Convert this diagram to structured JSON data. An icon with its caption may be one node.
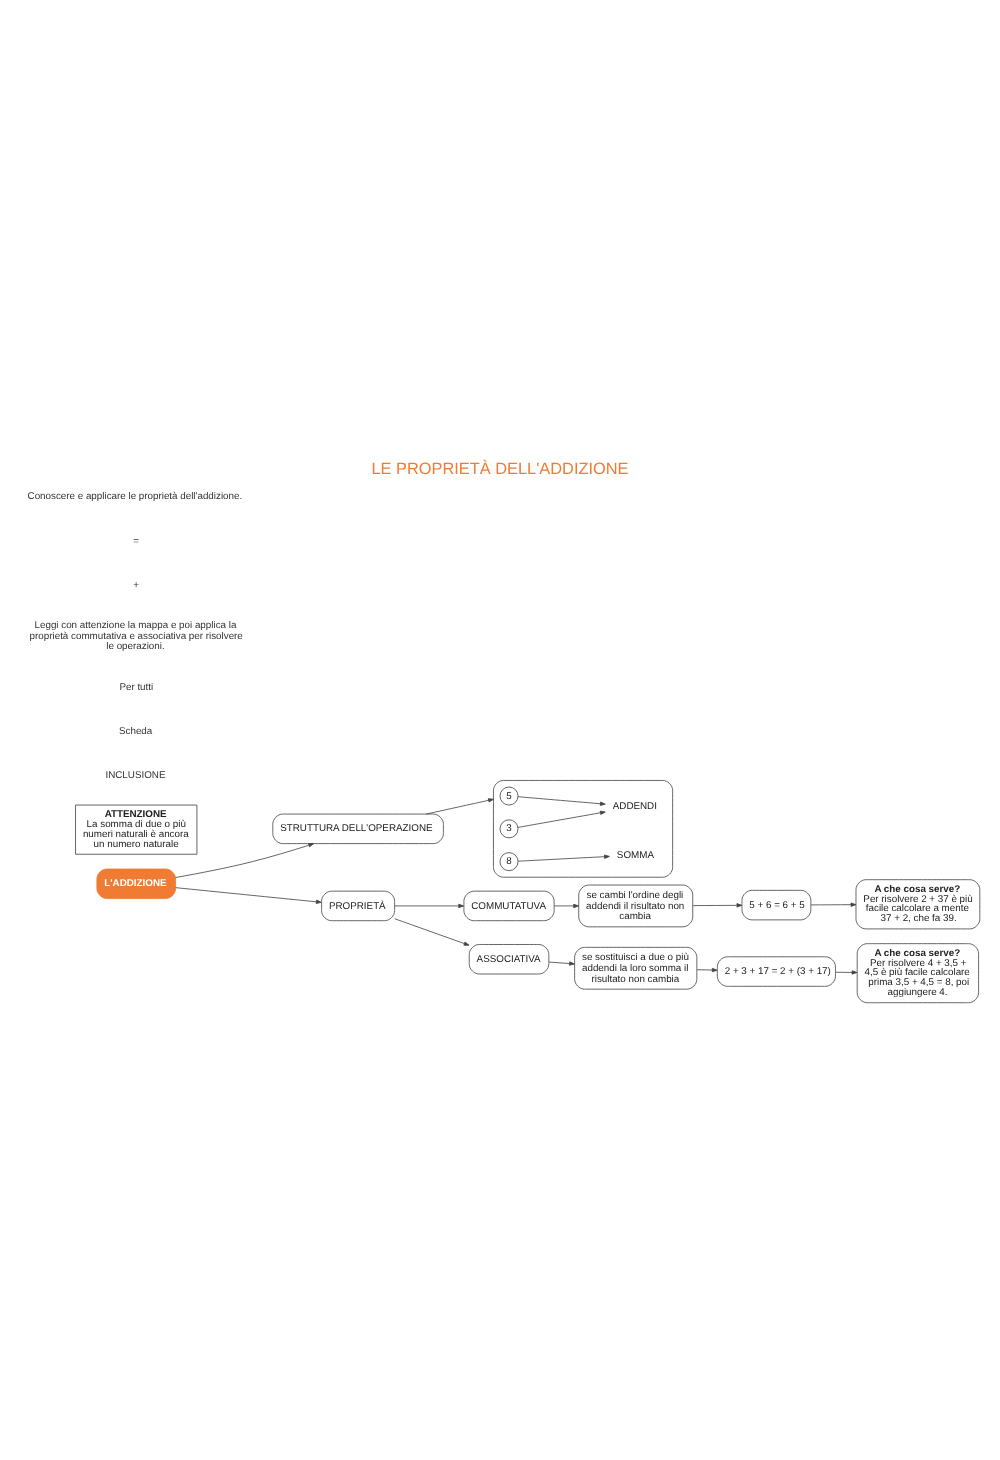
{
  "diagram": {
    "title": "LE PROPRIETÀ DELL'ADDIZIONE",
    "nodes": [
      {
        "text": [
          "L'ADDIZIONE"
        ]
      },
      {
        "text": [
          "STRUTTURA DELL'OPERAZIONE"
        ]
      },
      {
        "text": [],
        "shape": "box"
      },
      {
        "text": [
          "5"
        ],
        "in": 2
      },
      {
        "text": [
          "3"
        ],
        "in": 2
      },
      {
        "text": [
          "8"
        ],
        "in": 2
      },
      {
        "text": [
          "ADDENDI"
        ],
        "in": 2
      },
      {
        "text": [
          "SOMMA"
        ],
        "in": 2
      },
      {
        "text": [
          "PROPRIETÀ"
        ]
      },
      {
        "text": [
          "COMMUTATUVA"
        ]
      },
      {
        "text": [
          "se cambi l'ordine degli addendi il risultato non cambia"
        ]
      },
      {
        "text": [
          "5 + 6 = 6 + 5"
        ]
      },
      {
        "text": [
          "A che cosa serve?",
          "Per risolvere 2 + 37 è più facile calcolare a mente 37 + 2, che fa 39."
        ]
      },
      {
        "text": [
          "ASSOCIATIVA"
        ]
      },
      {
        "text": [
          "se sostituisci a due o più addendi la loro somma il risultato non cambia"
        ]
      },
      {
        "text": [
          "2 + 3 + 17 = 2 + (3 + 17)"
        ]
      },
      {
        "text": [
          "A che cosa serve?",
          "Per risolvere 4 + 3,5 + 4,5 è più facile calcolare prima 3,5 + 4,5 = 8, poi aggiungere 4."
        ]
      },
      {
        "text": [
          "ATTENZIONE",
          "La somma di due o più numeri naturali è ancora un numero naturale"
        ]
      }
    ],
    "edges": [
      {
        "from": 0,
        "to": 1,
        "arrow": "to"
      },
      {
        "from": 0,
        "to": 8,
        "arrow": "to"
      },
      {
        "from": 1,
        "to": 2,
        "arrow": "to"
      },
      {
        "from": 3,
        "to": 6,
        "arrow": "to"
      },
      {
        "from": 4,
        "to": 6,
        "arrow": "to"
      },
      {
        "from": 5,
        "to": 7,
        "arrow": "to"
      },
      {
        "from": 8,
        "to": 9,
        "arrow": "to"
      },
      {
        "from": 8,
        "to": 13,
        "arrow": "to"
      },
      {
        "from": 9,
        "to": 10,
        "arrow": "to"
      },
      {
        "from": 10,
        "to": 11,
        "arrow": "to"
      },
      {
        "from": 11,
        "to": 12,
        "arrow": "to"
      },
      {
        "from": 13,
        "to": 14,
        "arrow": "to"
      },
      {
        "from": 14,
        "to": 15,
        "arrow": "to"
      },
      {
        "from": 15,
        "to": 16,
        "arrow": "to"
      }
    ],
    "labels": [
      "INCLUSIONE",
      "Scheda",
      "Per tutti",
      "Leggi con attenzione la mappa e poi applica la proprietà commutativa e associativa per risolvere le operazioni.",
      "+",
      "=",
      "Conoscere e applicare le proprietà dell'addizione."
    ]
  }
}
